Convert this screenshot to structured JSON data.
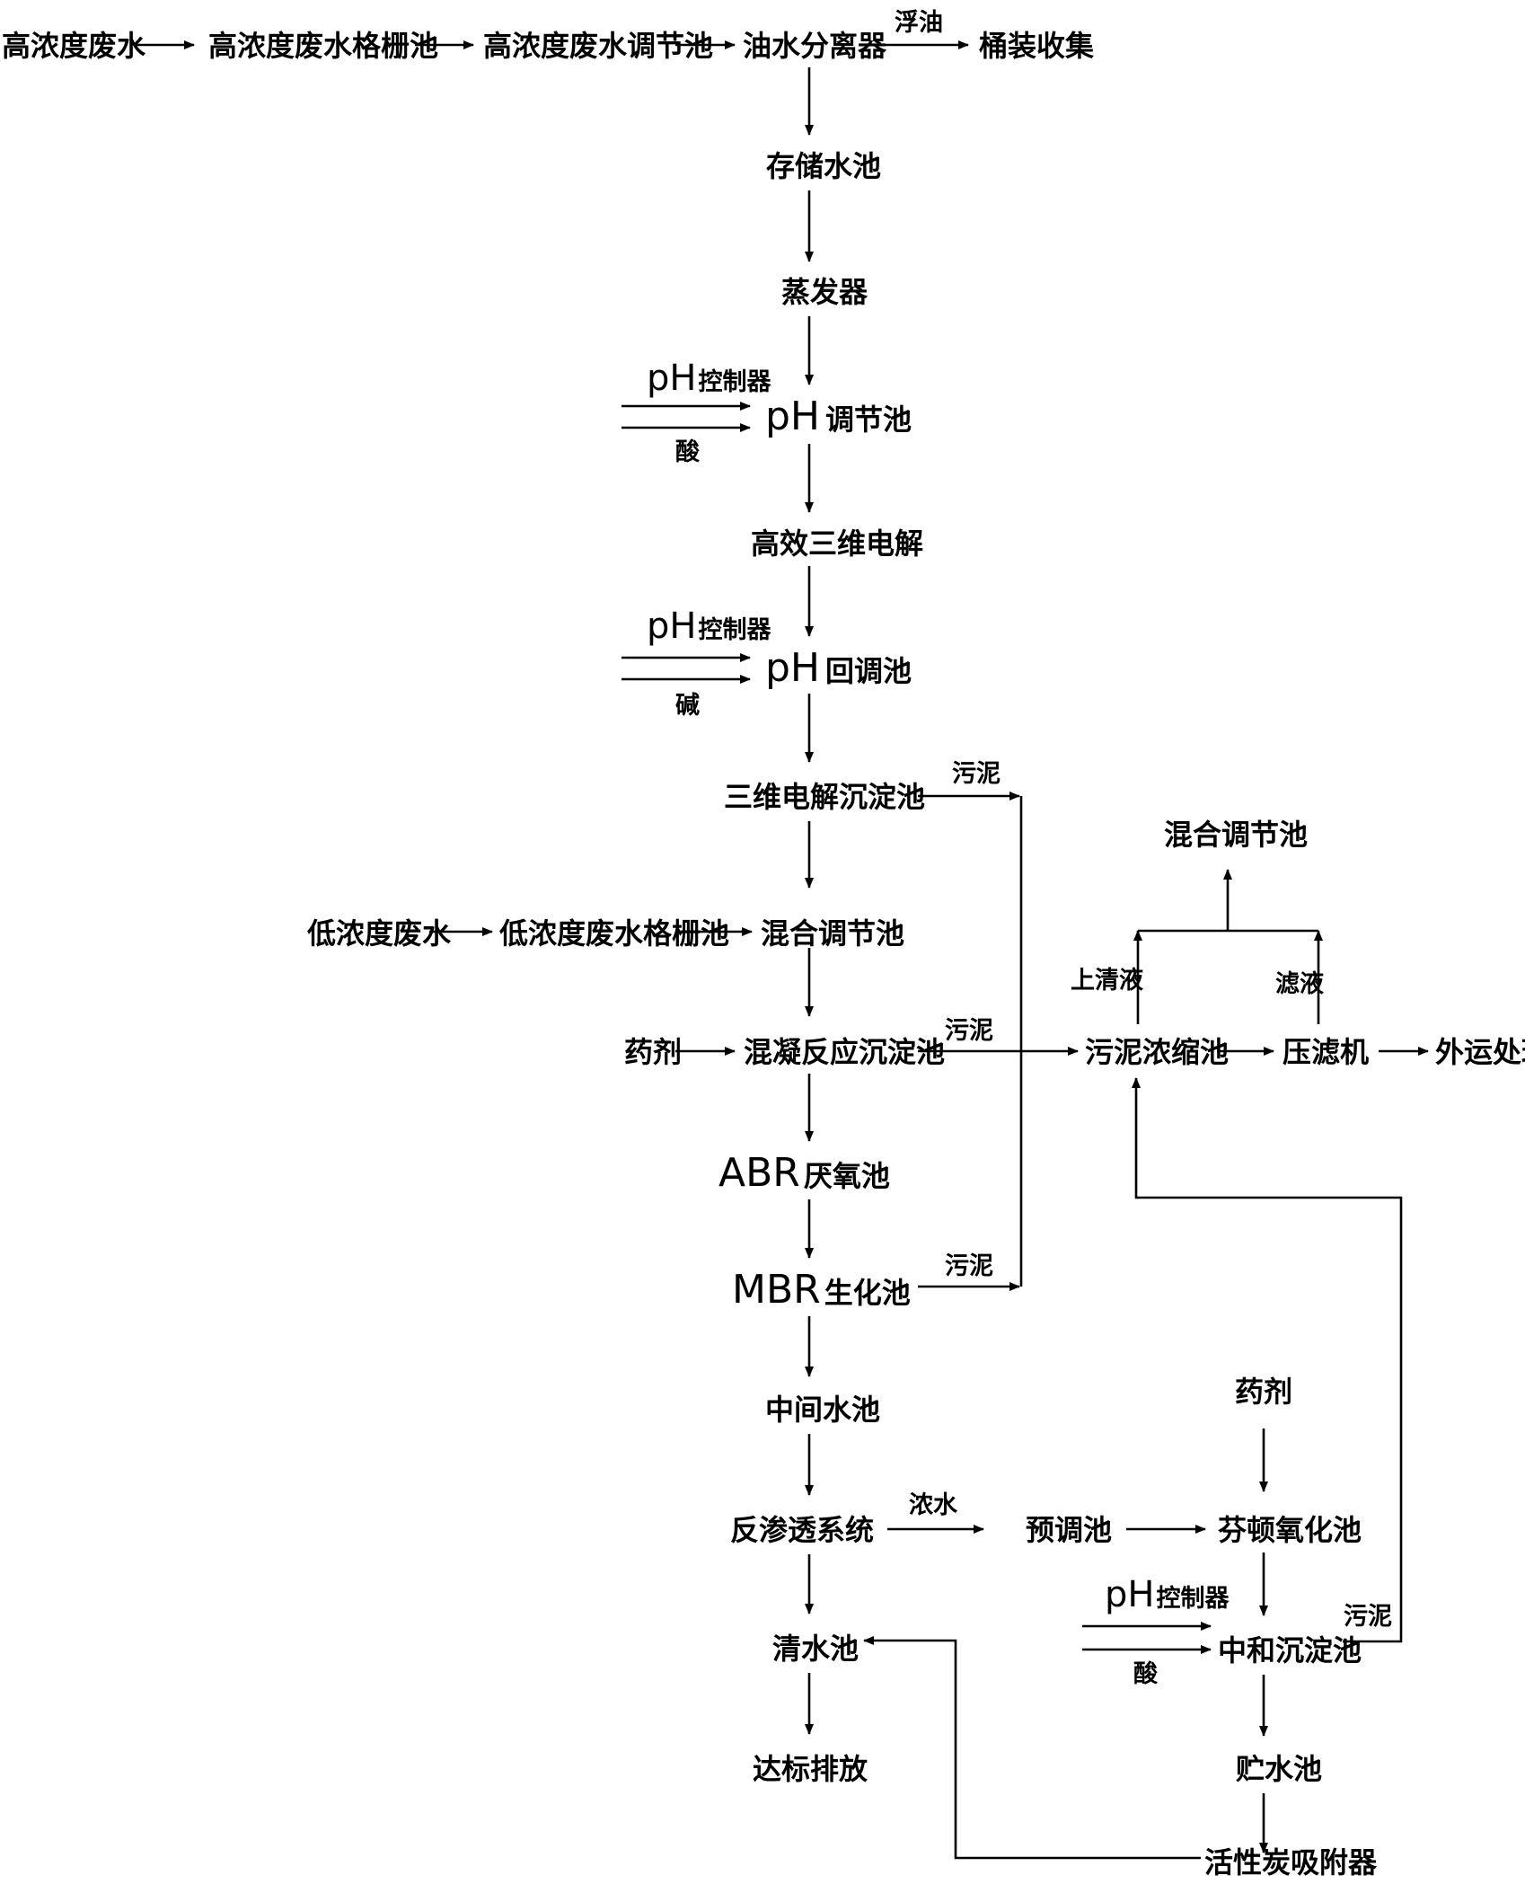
{
  "nodes": {
    "high_conc_wastewater": "高浓度废水",
    "high_conc_grid_tank": "高浓度废水格栅池",
    "high_conc_adjust_tank": "高浓度废水调节池",
    "oil_water_separator": "油水分离器",
    "barrel_collection": "桶装收集",
    "storage_tank": "存储水池",
    "evaporator": "蒸发器",
    "ph_adjust_tank": {
      "prefix": "pH",
      "label": "调节池"
    },
    "electrolysis_3d": "高效三维电解",
    "ph_readjust_tank": {
      "prefix": "pH",
      "label": "回调池"
    },
    "electrolysis_settling": "三维电解沉淀池",
    "low_conc_wastewater": "低浓度废水",
    "low_conc_grid_tank": "低浓度废水格栅池",
    "mixed_adjust_tank": "混合调节池",
    "chemical_agent_1": "药剂",
    "coagulation_settling": "混凝反应沉淀池",
    "abr_tank": {
      "prefix": "ABR",
      "label": "厌氧池"
    },
    "mbr_tank": {
      "prefix": "MBR",
      "label": "生化池"
    },
    "intermediate_tank": "中间水池",
    "reverse_osmosis": "反渗透系统",
    "clean_water_tank": "清水池",
    "discharge": "达标排放",
    "pre_adjust_tank": "预调池",
    "chemical_agent_2": "药剂",
    "fenton_oxidation": "芬顿氧化池",
    "neutral_settling": "中和沉淀池",
    "reservoir": "贮水池",
    "activated_carbon": "活性炭吸附器",
    "sludge_thickener": "污泥浓缩池",
    "filter_press": "压滤机",
    "external_disposal": "外运处理",
    "mixed_adjust_tank_return": "混合调节池"
  },
  "edge_labels": {
    "floating_oil": "浮油",
    "sludge_1": "污泥",
    "sludge_2": "污泥",
    "sludge_3": "污泥",
    "sludge_4": "污泥",
    "supernatant": "上清液",
    "filtrate": "滤液",
    "concentrate": "浓水"
  },
  "controls": {
    "ph_controller_1": {
      "prefix": "pH",
      "label": "控制器",
      "reagent": "酸"
    },
    "ph_controller_2": {
      "prefix": "pH",
      "label": "控制器",
      "reagent": "碱"
    },
    "ph_controller_3": {
      "prefix": "pH",
      "label": "控制器",
      "reagent": "酸"
    }
  }
}
